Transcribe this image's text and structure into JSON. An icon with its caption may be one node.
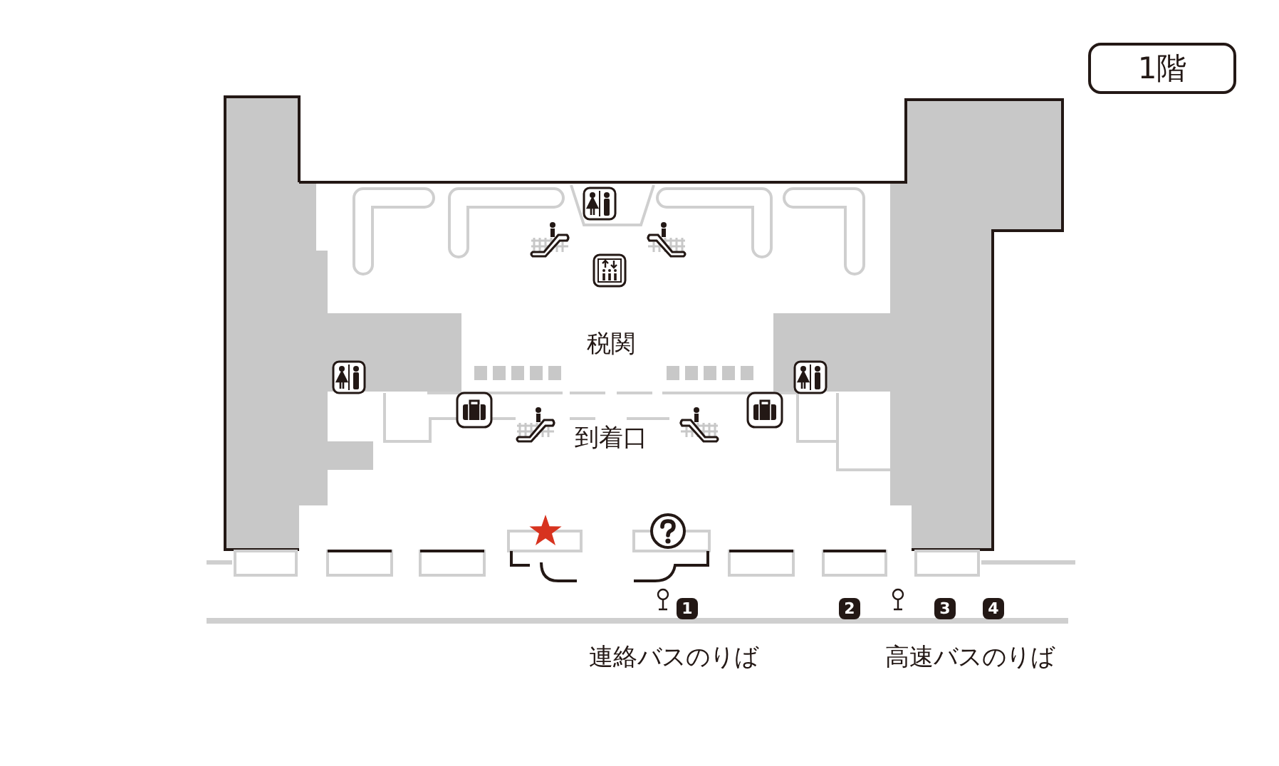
{
  "diagram": {
    "nodes": [
      {
        "text": [
          "1階"
        ]
      }
    ],
    "labels": [
      "税関",
      "到着口",
      "1",
      "2",
      "3",
      "4",
      "連絡バスのりば",
      "高速バスのりば"
    ]
  }
}
